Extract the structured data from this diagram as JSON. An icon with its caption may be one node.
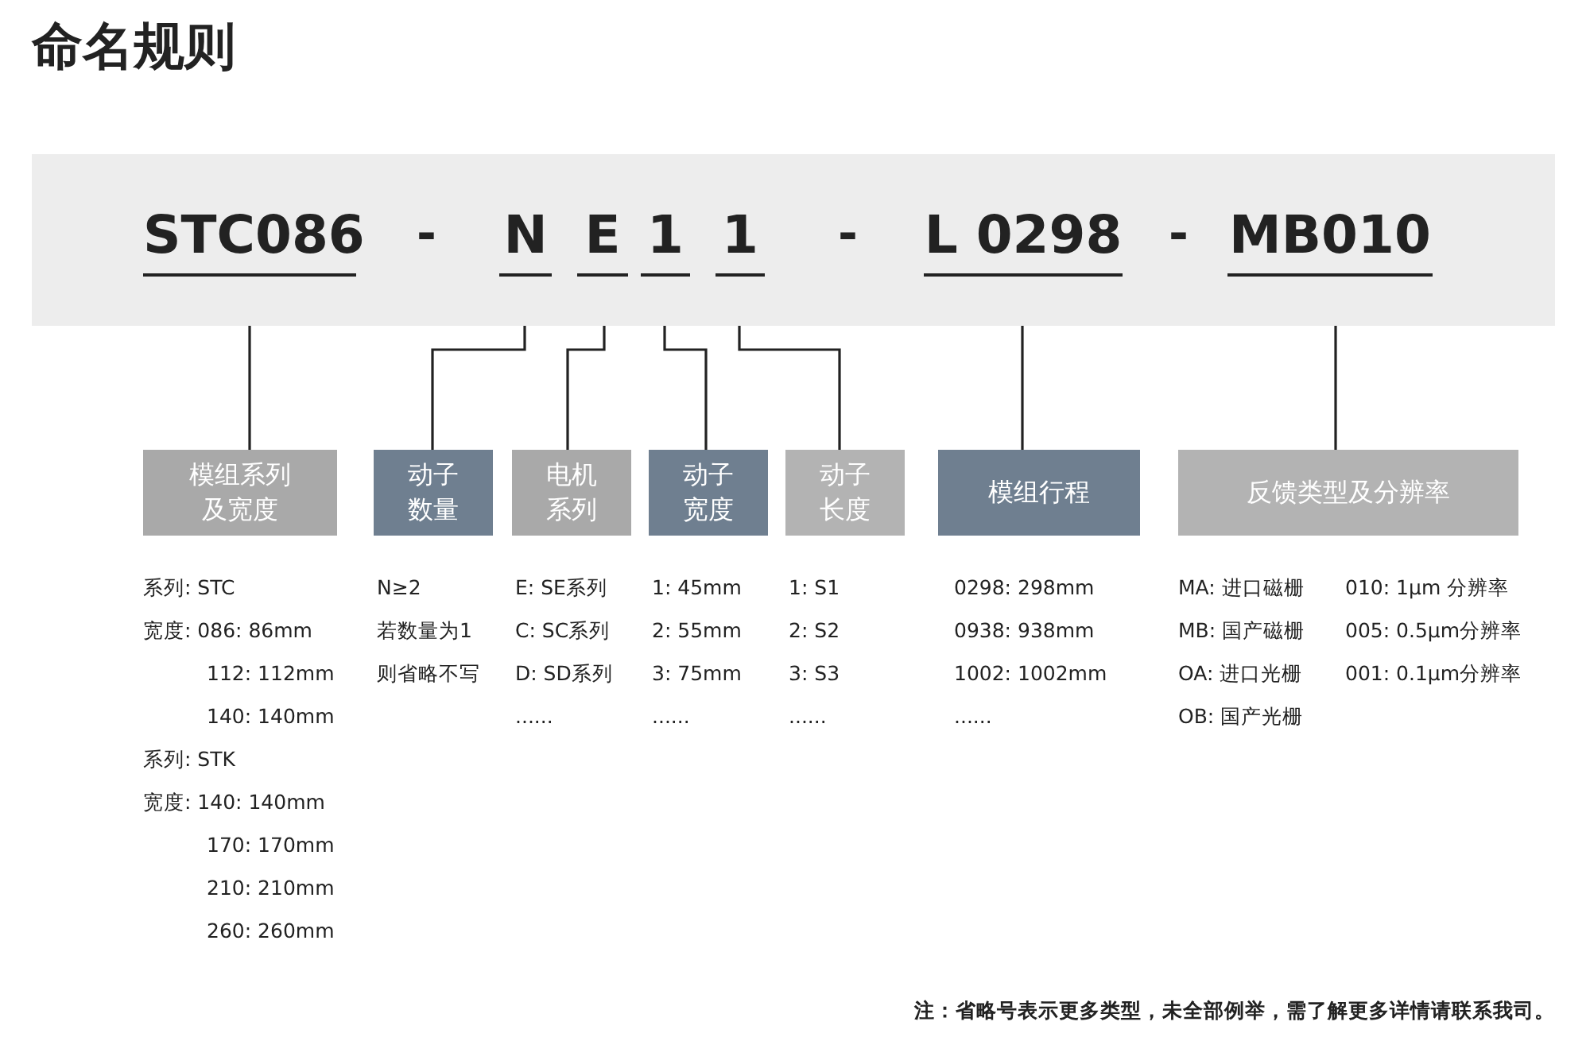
{
  "diagram": {
    "title": "命名规则",
    "nodes": [
      {
        "text": [],
        "shape": "bar"
      },
      {
        "text": [
          "STC086"
        ],
        "in": 0
      },
      {
        "text": [
          "N"
        ],
        "in": 0
      },
      {
        "text": [
          "E"
        ],
        "in": 0
      },
      {
        "text": [
          "1"
        ],
        "in": 0
      },
      {
        "text": [
          "1"
        ],
        "in": 0
      },
      {
        "text": [
          "L 0298"
        ],
        "in": 0
      },
      {
        "text": [
          "MB010"
        ],
        "in": 0
      },
      {
        "text": [
          "模组系列及宽度"
        ],
        "beside": [
          "系列: STC",
          "宽度: 086: 86mm",
          "112: 112mm",
          "140: 140mm",
          "系列: STK",
          "宽度: 140: 140mm",
          "170: 170mm",
          "210: 210mm",
          "260: 260mm"
        ]
      },
      {
        "text": [
          "动子数量"
        ],
        "beside": [
          "N≥2",
          "若数量为1",
          "则省略不写"
        ]
      },
      {
        "text": [
          "电机系列"
        ],
        "beside": [
          "E: SE系列",
          "C: SC系列",
          "D: SD系列",
          "......"
        ]
      },
      {
        "text": [
          "动子宽度"
        ],
        "beside": [
          "1: 45mm",
          "2: 55mm",
          "3: 75mm",
          "......"
        ]
      },
      {
        "text": [
          "动子长度"
        ],
        "beside": [
          "1: S1",
          "2: S2",
          "3: S3",
          "......"
        ]
      },
      {
        "text": [
          "模组行程"
        ],
        "beside": [
          "0298: 298mm",
          "0938: 938mm",
          "1002: 1002mm",
          "......"
        ]
      },
      {
        "text": [
          "反馈类型及分辨率"
        ],
        "beside": [
          "MA: 进口磁栅",
          "MB: 国产磁栅",
          "OA: 进口光栅",
          "OB: 国产光栅",
          "010: 1μm 分辨率",
          "005: 0.5μm分辨率",
          "001: 0.1μm分辨率"
        ]
      }
    ],
    "edges": [
      {
        "from": 1,
        "to": 8,
        "arrow": "none"
      },
      {
        "from": 2,
        "to": 9,
        "arrow": "none"
      },
      {
        "from": 3,
        "to": 10,
        "arrow": "none"
      },
      {
        "from": 4,
        "to": 11,
        "arrow": "none"
      },
      {
        "from": 5,
        "to": 12,
        "arrow": "none"
      },
      {
        "from": 6,
        "to": 13,
        "arrow": "none"
      },
      {
        "from": 7,
        "to": 14,
        "arrow": "none"
      }
    ],
    "labels": [
      "-",
      "-",
      "-",
      "注：省略号表示更多类型，未全部例举，需了解更多详情请联系我司。"
    ]
  }
}
